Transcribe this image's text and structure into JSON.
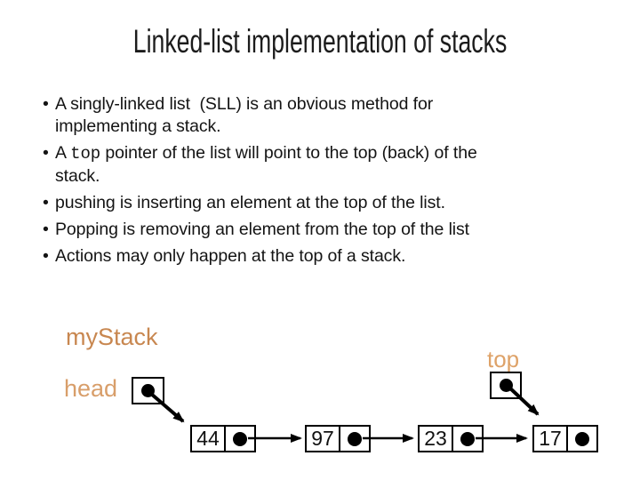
{
  "slide": {
    "title": "Linked-list implementation of stacks",
    "bullet_char": "•",
    "bullets": [
      {
        "segments": [
          {
            "mono": false,
            "text": "A singly-linked list  (SLL) is an obvious method for\nimplementing a stack."
          }
        ]
      },
      {
        "segments": [
          {
            "mono": false,
            "text": "A "
          },
          {
            "mono": true,
            "text": "top"
          },
          {
            "mono": false,
            "text": " pointer of the list will point to the top (back) of the\nstack."
          }
        ]
      },
      {
        "segments": [
          {
            "mono": false,
            "text": "pushing is inserting an element at the top of the list."
          }
        ]
      },
      {
        "segments": [
          {
            "mono": false,
            "text": "Popping is removing an element from the top of the list"
          }
        ]
      },
      {
        "segments": [
          {
            "mono": false,
            "text": "Actions may only happen at the top of a stack."
          }
        ]
      }
    ],
    "diagram": {
      "stack_label": "myStack",
      "head_label": "head",
      "top_label": "top",
      "nodes": [
        {
          "value": "44"
        },
        {
          "value": "97"
        },
        {
          "value": "23"
        },
        {
          "value": "17"
        }
      ],
      "icons": {
        "pointer_dot": "filled-circle",
        "arrow": "black-arrow"
      }
    },
    "colors": {
      "background": "#FFFFFF",
      "text": "#1A1A1A",
      "stack_label_orange": "#C88750",
      "head_label_orange": "#D89E6A",
      "top_label_orange": "#DEA268",
      "diagram_ink": "#000000"
    }
  }
}
